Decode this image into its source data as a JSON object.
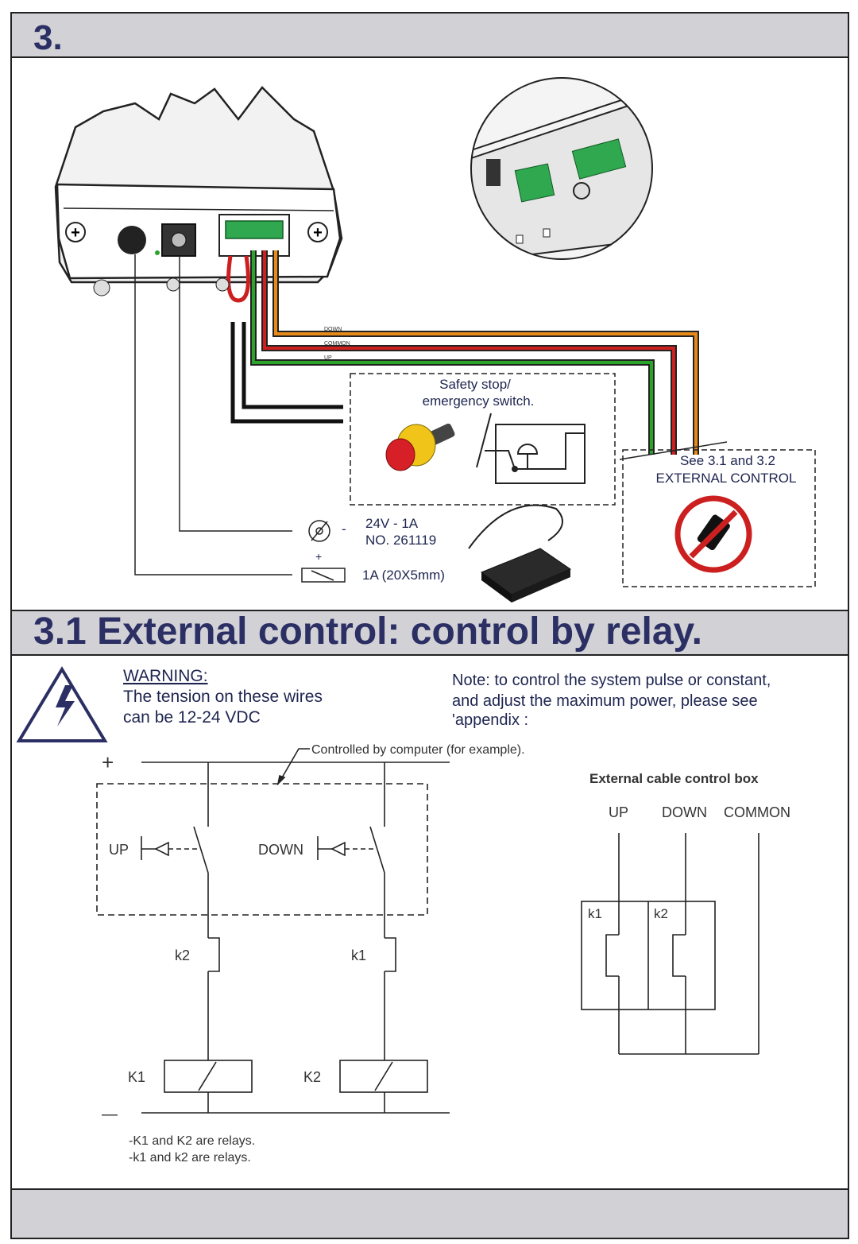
{
  "section3": {
    "title": "3."
  },
  "wiring": {
    "wire_down": "DOWN",
    "wire_common": "COMMON",
    "wire_up": "UP",
    "safety_line1": "Safety stop/",
    "safety_line2": "emergency switch.",
    "ext_line1": "See 3.1 and 3.2",
    "ext_line2": "EXTERNAL CONTROL",
    "psu_minus": "-",
    "psu_plus": "+",
    "psu_line1": "24V - 1A",
    "psu_line2": "NO. 261119",
    "fuse_label": "1A (20X5mm)"
  },
  "section31": {
    "title": "3.1 External control: control by relay."
  },
  "warning": {
    "title": "WARNING:",
    "line1": "The tension on these wires",
    "line2": "can be 12-24 VDC"
  },
  "note": {
    "line1": "Note: to control the system pulse or constant,",
    "line2": "and adjust the maximum power, please see",
    "line3": "'appendix :"
  },
  "relay_circuit": {
    "plus": "+",
    "minus": "—",
    "computer_label": "Controlled by computer (for example).",
    "up": "UP",
    "down": "DOWN",
    "k2_contact": "k2",
    "k1_contact": "k1",
    "K1": "K1",
    "K2": "K2",
    "footnote1": "-K1 and K2 are relays.",
    "footnote2": "-k1 and k2 are relays."
  },
  "cable_box": {
    "title": "External cable control box",
    "up": "UP",
    "down": "DOWN",
    "common": "COMMON",
    "k1": "k1",
    "k2": "k2"
  },
  "colors": {
    "header_bg": "#d2d2d6",
    "header_text": "#2b2f63",
    "wire_orange": "#e88a1a",
    "wire_red": "#cc1f1f",
    "wire_green": "#2aa52a",
    "connector_green": "#2fa84f"
  }
}
